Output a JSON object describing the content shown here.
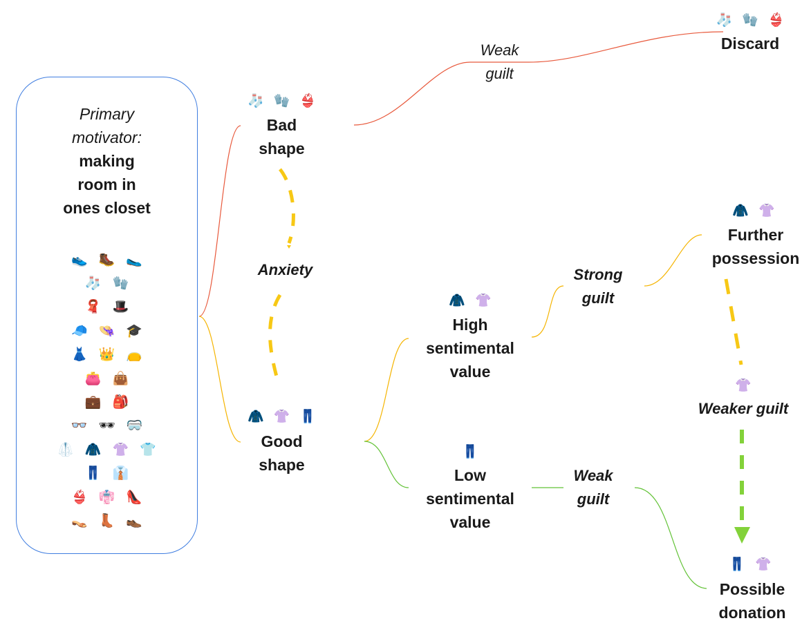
{
  "root": {
    "caption_italic": [
      "Primary",
      "motivator:"
    ],
    "caption_bold": [
      "making",
      "room in",
      "ones closet"
    ],
    "icon_rows": [
      [
        "👟",
        "🥾",
        "🥿"
      ],
      [
        "🧦",
        "🧤"
      ],
      [
        "🧣",
        "🎩"
      ],
      [
        "🧢",
        "👒",
        "🎓"
      ],
      [
        "👗",
        "👑",
        "👝"
      ],
      [
        "👛",
        "👜"
      ],
      [
        "💼",
        "🎒"
      ],
      [
        "👓",
        "🕶",
        "🥽"
      ],
      [
        "🥼",
        "🧥",
        "👚",
        "👕"
      ],
      [
        "👖",
        "👔"
      ],
      [
        "👙",
        "👘",
        "👠"
      ],
      [
        "👡",
        "👢",
        "👞"
      ]
    ]
  },
  "nodes": {
    "bad_shape": {
      "label": [
        "Bad",
        "shape"
      ],
      "icons": [
        "🧦",
        "🧤",
        "👙"
      ]
    },
    "good_shape": {
      "label": [
        "Good",
        "shape"
      ],
      "icons": [
        "🧥",
        "👚",
        "👖"
      ]
    },
    "discard": {
      "label": [
        "Discard"
      ],
      "icons": [
        "🧦",
        "🧤",
        "👙"
      ]
    },
    "high_sentimental": {
      "label": [
        "High",
        "sentimental",
        "value"
      ],
      "icons": [
        "🧥",
        "👚"
      ]
    },
    "low_sentimental": {
      "label": [
        "Low",
        "sentimental",
        "value"
      ],
      "icons": [
        "👖"
      ]
    },
    "further_possession": {
      "label": [
        "Further",
        "possession"
      ],
      "icons": [
        "🧥",
        "👚"
      ]
    },
    "possible_donation": {
      "label": [
        "Possible",
        "donation"
      ],
      "icons": [
        "👖",
        "👚"
      ]
    }
  },
  "edge_labels": {
    "weak_guilt_top": [
      "Weak",
      "guilt"
    ],
    "anxiety": [
      "Anxiety"
    ],
    "strong_guilt": [
      "Strong",
      "guilt"
    ],
    "weak_guilt_bottom": [
      "Weak",
      "guilt"
    ],
    "weaker_guilt": [
      "Weaker guilt"
    ],
    "weaker_guilt_icon": "👚"
  },
  "colors": {
    "red_branch": "#e8593c",
    "orange_branch": "#f5b400",
    "green_branch": "#62c236",
    "dashed_yellow": "#f7c815",
    "dashed_green": "#83d23a",
    "box_border": "#3f7de0"
  }
}
